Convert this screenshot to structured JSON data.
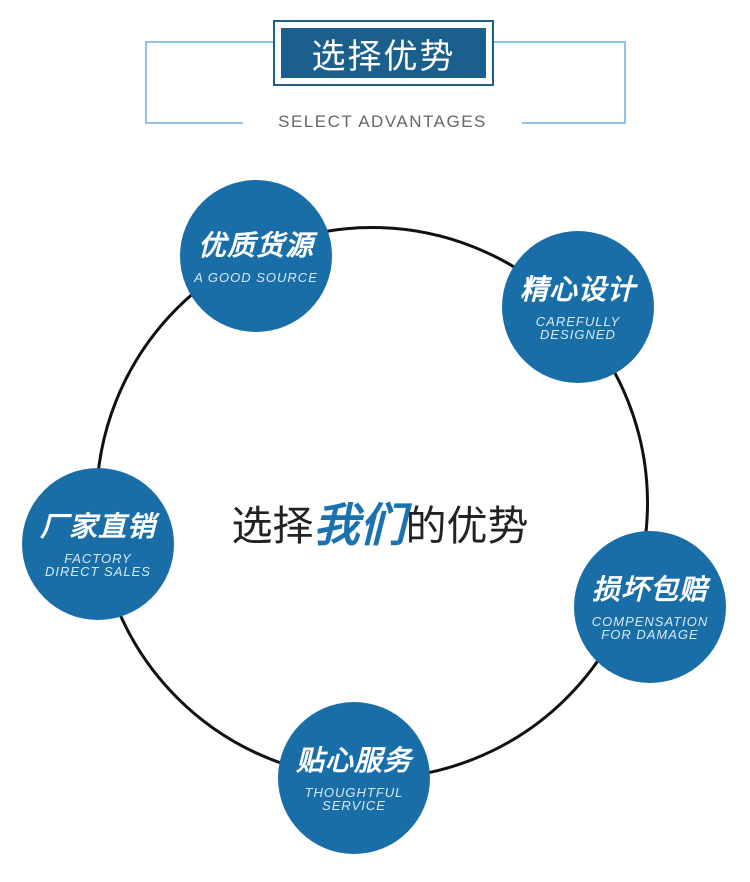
{
  "header": {
    "title": "选择优势",
    "subtitle": "SELECT ADVANTAGES"
  },
  "center": {
    "prefix": "选择",
    "highlight": "我们",
    "suffix": "的优势"
  },
  "nodes": [
    {
      "cn": "优质货源",
      "en": "A GOOD SOURCE"
    },
    {
      "cn": "精心设计",
      "en": "CAREFULLY\nDESIGNED"
    },
    {
      "cn": "损坏包赔",
      "en": "COMPENSATION\nFOR DAMAGE"
    },
    {
      "cn": "贴心服务",
      "en": "THOUGHTFUL\nSERVICE"
    },
    {
      "cn": "厂家直销",
      "en": "FACTORY\nDIRECT SALES"
    }
  ],
  "colors": {
    "accent": "#1a6ea8",
    "title_bg": "#1b5f8c",
    "frame": "#8fc3e8"
  }
}
